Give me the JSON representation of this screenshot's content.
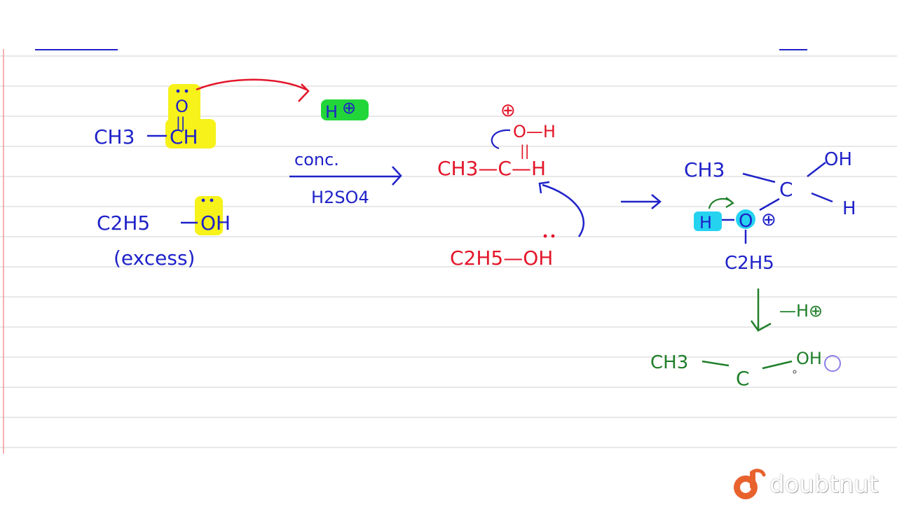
{
  "colors": {
    "blue": "#1f22c8",
    "red": "#e3162a",
    "green": "#1f7f2a",
    "yellow_highlight": "#f6f21a",
    "green_highlight": "#22d63a",
    "cyan_highlight": "#25d3f0",
    "rule_lines": "#cfcfcf",
    "margin_line": "#ef9a9a",
    "lavender_cursor": "#8b7fe6"
  },
  "reactants": {
    "aldehyde": {
      "ch3_label": "CH3",
      "o_label": "O",
      "double_bond": "||",
      "ch_label": "CH"
    },
    "proton": {
      "label": "H",
      "charge": "⊕"
    },
    "ethanol": {
      "c2h5_label": "C2H5",
      "oh_label": "OH",
      "note": "(excess)"
    }
  },
  "reagent": {
    "above": "conc.",
    "below": "H2SO4"
  },
  "protonated": {
    "charge": "⊕",
    "oh_label": "O—H",
    "double_bond": "||",
    "chain_label": "CH3—C—H"
  },
  "attack_ethanol": {
    "c2h5_label": "C2H5—OH"
  },
  "intermediate": {
    "ch3_label": "CH3",
    "c_label": "C",
    "oh_label": "OH",
    "h_label": "H",
    "h_on_o": "H",
    "o_label": "O",
    "charge": "⊕",
    "c2h5_label": "C2H5"
  },
  "deprotonation": {
    "label": "—H⊕"
  },
  "product": {
    "ch3_label": "CH3",
    "c_label": "C",
    "oh_label": "OH"
  },
  "brand": {
    "name": "doubtnut"
  }
}
